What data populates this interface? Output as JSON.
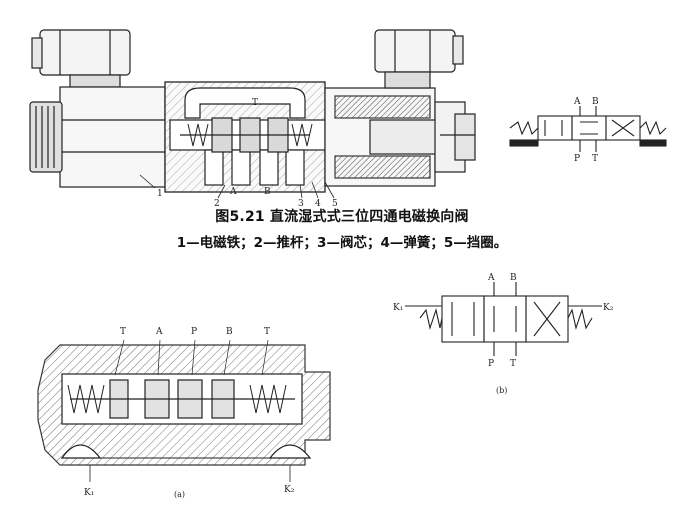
{
  "top_figure": {
    "caption_title": "图5.21  直流湿式式三位四通电磁换向阀",
    "caption_legend": "1—电磁铁；2—推杆；3—阀芯；4—弹簧；5—挡圈。",
    "section_labels": {
      "T": "T",
      "A": "A",
      "B": "B",
      "n1": "1",
      "n2": "2",
      "n3": "3",
      "n4": "4",
      "n5": "5"
    },
    "symbol_labels": {
      "A": "A",
      "B": "B",
      "P": "P",
      "T": "T"
    }
  },
  "figure_a": {
    "labels": {
      "T1": "T",
      "A": "A",
      "P": "P",
      "B": "B",
      "T2": "T",
      "K1": "K₁",
      "K2": "K₂"
    },
    "sublabel": "(a)"
  },
  "figure_b": {
    "labels": {
      "A": "A",
      "B": "B",
      "P": "P",
      "T": "T",
      "K1": "K₁",
      "K2": "K₂"
    },
    "sublabel": "(b)"
  }
}
